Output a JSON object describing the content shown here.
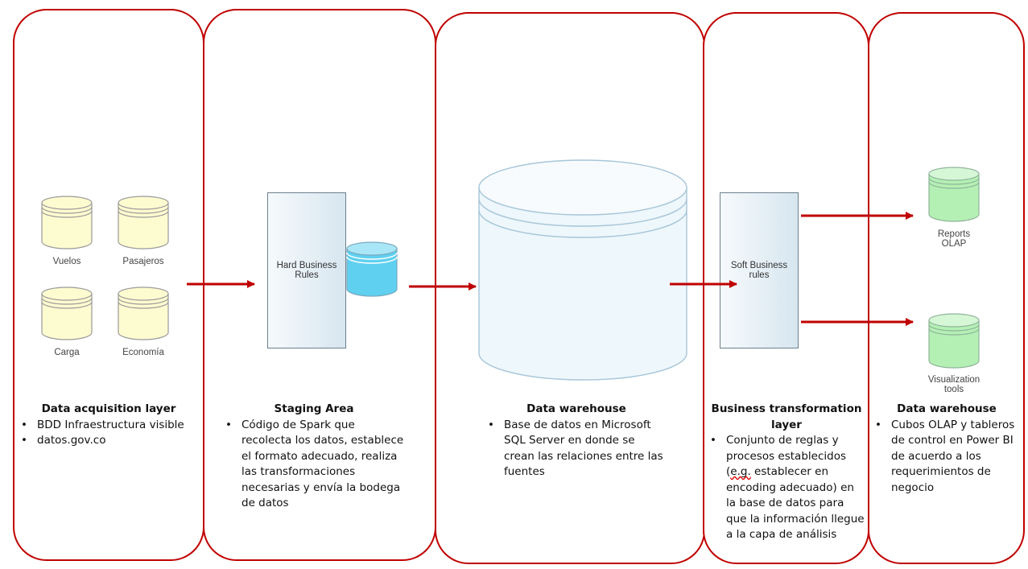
{
  "sources": {
    "vuelos": "Vuelos",
    "pasajeros": "Pasajeros",
    "carga": "Carga",
    "economia": "Economía"
  },
  "staging_box_label": "Hard Business Rules",
  "soft_box_label": "Soft Business rules",
  "output_reports_label": "Reports OLAP",
  "output_viz_label": "Visualization tools",
  "panels": [
    {
      "title": "Data acquisition layer",
      "bullets": [
        "BDD Infraestructura visible",
        "datos.gov.co"
      ]
    },
    {
      "title": "Staging Area",
      "bullets": [
        "Código de Spark que recolecta los datos, establece el formato adecuado, realiza las transformaciones necesarias y envía la bodega de datos"
      ]
    },
    {
      "title": "Data warehouse",
      "bullets": [
        "Base de datos en Microsoft SQL Server en donde se crean las relaciones entre las fuentes"
      ]
    },
    {
      "title": "Business transformation layer",
      "bullet_prefix": "Conjunto de reglas y procesos establecidos (",
      "bullet_underlined": "e.g.",
      "bullet_suffix": " establecer en encoding adecuado) en la base de datos para que la información llegue a la capa de análisis"
    },
    {
      "title": "Data warehouse",
      "bullets": [
        "Cubos OLAP y tableros de control en Power BI de acuerdo a los requerimientos de negocio"
      ]
    }
  ],
  "colors": {
    "panel_border": "#c00000",
    "arrow": "#c00000",
    "source_cylinder": "#fdfbd0",
    "staging_cylinder": "#5fd0f0",
    "warehouse_cylinder": "#eef7fc",
    "output_cylinder": "#b4f0b4"
  }
}
